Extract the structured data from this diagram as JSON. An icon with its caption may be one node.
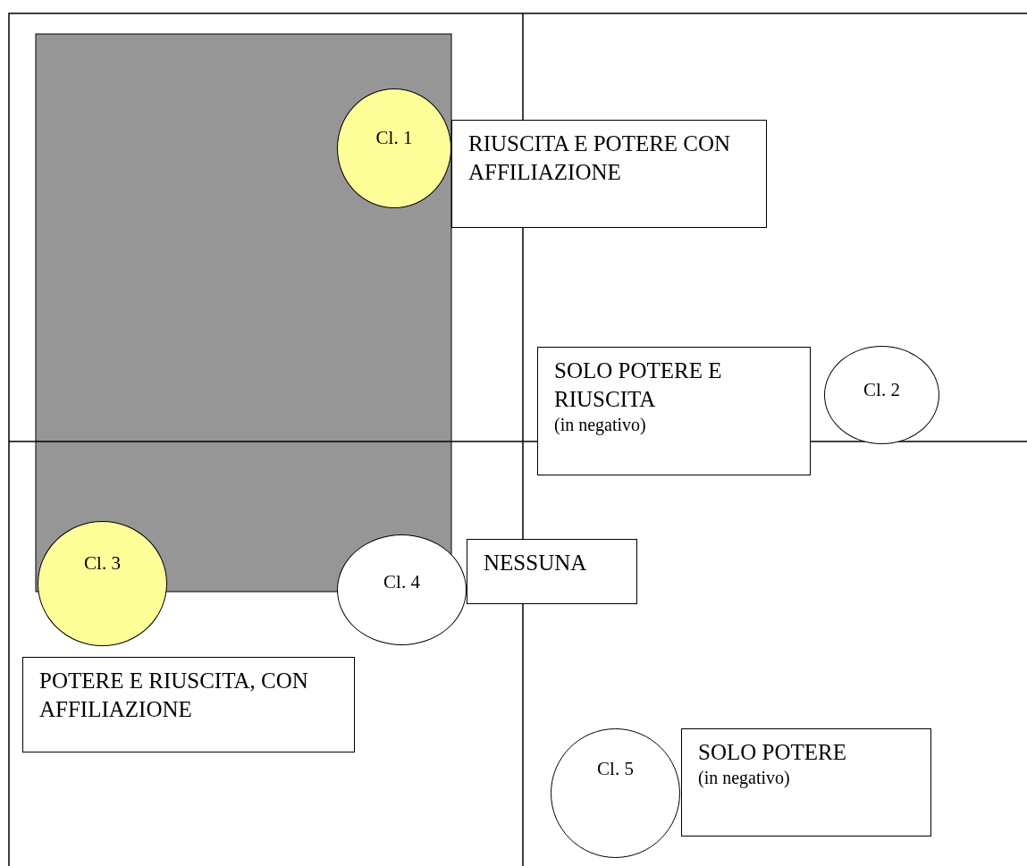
{
  "diagram": {
    "nodes": [
      {
        "text": [
          "Cl. 1"
        ]
      },
      {
        "text": [
          "RIUSCITA E POTERE CON AFFILIAZIONE"
        ]
      },
      {
        "text": [
          "SOLO POTERE E RIUSCITA",
          "(in negativo)"
        ]
      },
      {
        "text": [
          "Cl. 2"
        ]
      },
      {
        "text": [
          "Cl. 3"
        ]
      },
      {
        "text": [
          "Cl. 4"
        ]
      },
      {
        "text": [
          "NESSUNA"
        ]
      },
      {
        "text": [
          "POTERE E RIUSCITA, CON AFFILIAZIONE"
        ]
      },
      {
        "text": [
          "Cl. 5"
        ]
      },
      {
        "text": [
          "SOLO POTERE",
          "(in negativo)"
        ]
      }
    ]
  }
}
